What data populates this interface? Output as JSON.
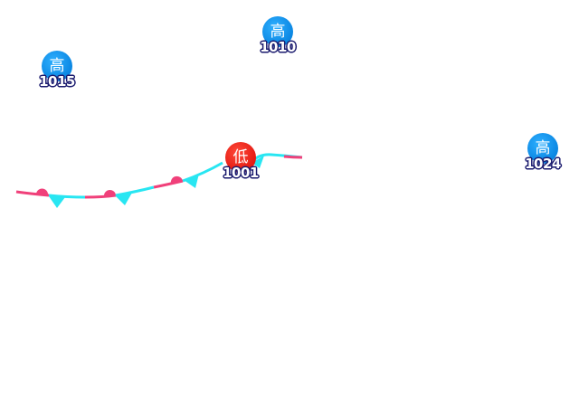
{
  "pressure_centers": [
    {
      "id": "h1015",
      "type": "high",
      "symbol": "高",
      "pressure": "1015",
      "color": "#0a86e2"
    },
    {
      "id": "h1010",
      "type": "high",
      "symbol": "高",
      "pressure": "1010",
      "color": "#0a86e2"
    },
    {
      "id": "l1001",
      "type": "low",
      "symbol": "低",
      "pressure": "1001",
      "color": "#e41a12"
    },
    {
      "id": "h1024",
      "type": "high",
      "symbol": "高",
      "pressure": "1024",
      "color": "#0a86e2"
    }
  ],
  "front": {
    "type": "stationary",
    "warm_color": "#f0407a",
    "cold_color": "#28e6f2"
  }
}
